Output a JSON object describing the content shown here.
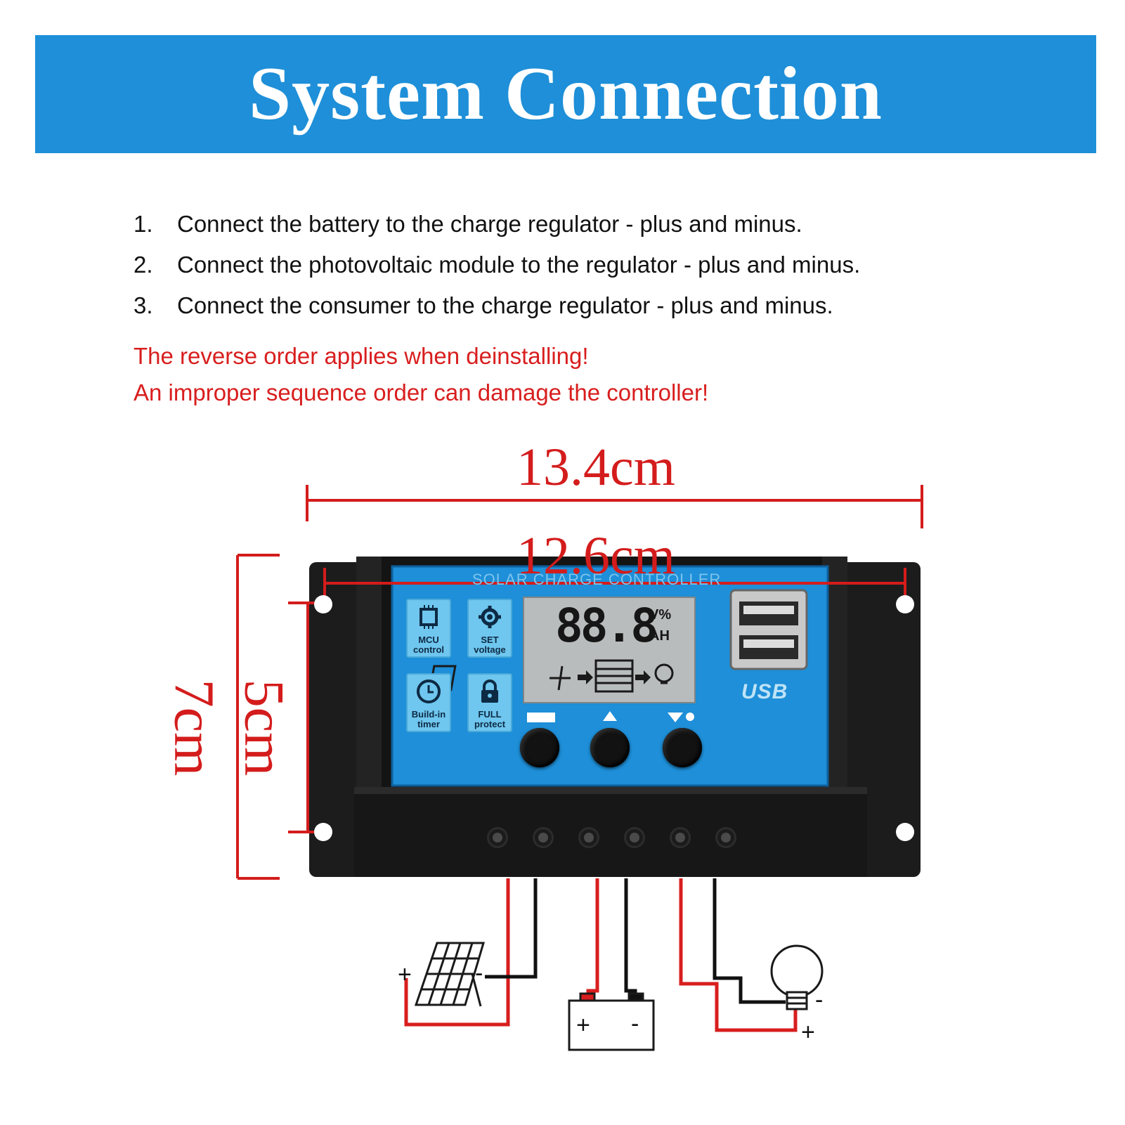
{
  "banner": {
    "title": "System Connection"
  },
  "steps": [
    {
      "num": "1.",
      "text": "Connect the battery to the charge regulator - plus and minus."
    },
    {
      "num": "2.",
      "text": "Connect the photovoltaic module to the regulator - plus and minus."
    },
    {
      "num": "3.",
      "text": "Connect the consumer to the charge regulator - plus and minus."
    }
  ],
  "warnings": [
    "The reverse order applies when deinstalling!",
    "An improper sequence order can damage the controller!"
  ],
  "dimensions": {
    "overall_width": "13.4cm",
    "hole_width": "12.6cm",
    "overall_height": "7cm",
    "hole_height": "5cm"
  },
  "controller": {
    "panel_title": "SOLAR CHARGE CONTROLLER",
    "display": {
      "digits": "88.8",
      "unit_top": "V%",
      "unit_bottom": "AH"
    },
    "features": [
      {
        "icon": "chip-icon",
        "label_line1": "MCU",
        "label_line2": "control"
      },
      {
        "icon": "gear-icon",
        "label_line1": "SET",
        "label_line2": "voltage"
      },
      {
        "icon": "clock-icon",
        "label_line1": "Build-in",
        "label_line2": "timer"
      },
      {
        "icon": "lock-icon",
        "label_line1": "FULL",
        "label_line2": "protect"
      }
    ],
    "usb_label": "USB",
    "colors": {
      "panel": "#1e8fd8",
      "body": "#1a1a1a",
      "lcd": "#b9bcbc",
      "dimension": "#d41c1c",
      "wire_positive": "#d81e1e",
      "wire_negative": "#111111"
    }
  },
  "wiring": {
    "solar": {
      "plus": "+",
      "minus": "-"
    },
    "battery": {
      "plus": "+",
      "minus": "-"
    },
    "load": {
      "plus": "+",
      "minus": "-"
    }
  }
}
